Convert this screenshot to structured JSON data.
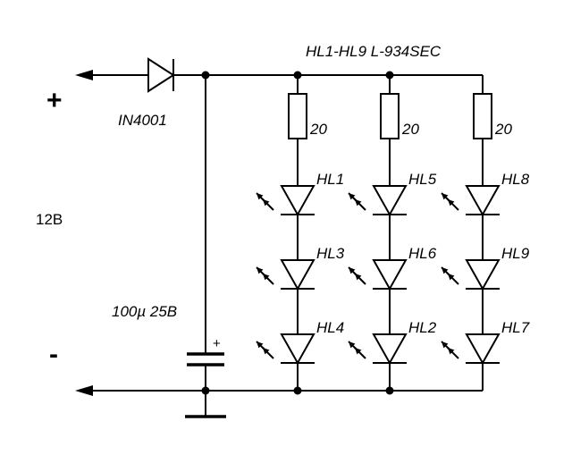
{
  "title": "HL1-HL9 L-934SEC",
  "supply": {
    "plus": "+",
    "minus": "-",
    "voltage": "12B"
  },
  "diode": {
    "label": "IN4001"
  },
  "capacitor": {
    "label": "100µ 25B",
    "polarity": "+"
  },
  "columns": [
    {
      "resistor": "20",
      "leds": [
        "HL1",
        "HL3",
        "HL4"
      ]
    },
    {
      "resistor": "20",
      "leds": [
        "HL5",
        "HL6",
        "HL2"
      ]
    },
    {
      "resistor": "20",
      "leds": [
        "HL8",
        "HL9",
        "HL7"
      ]
    }
  ]
}
